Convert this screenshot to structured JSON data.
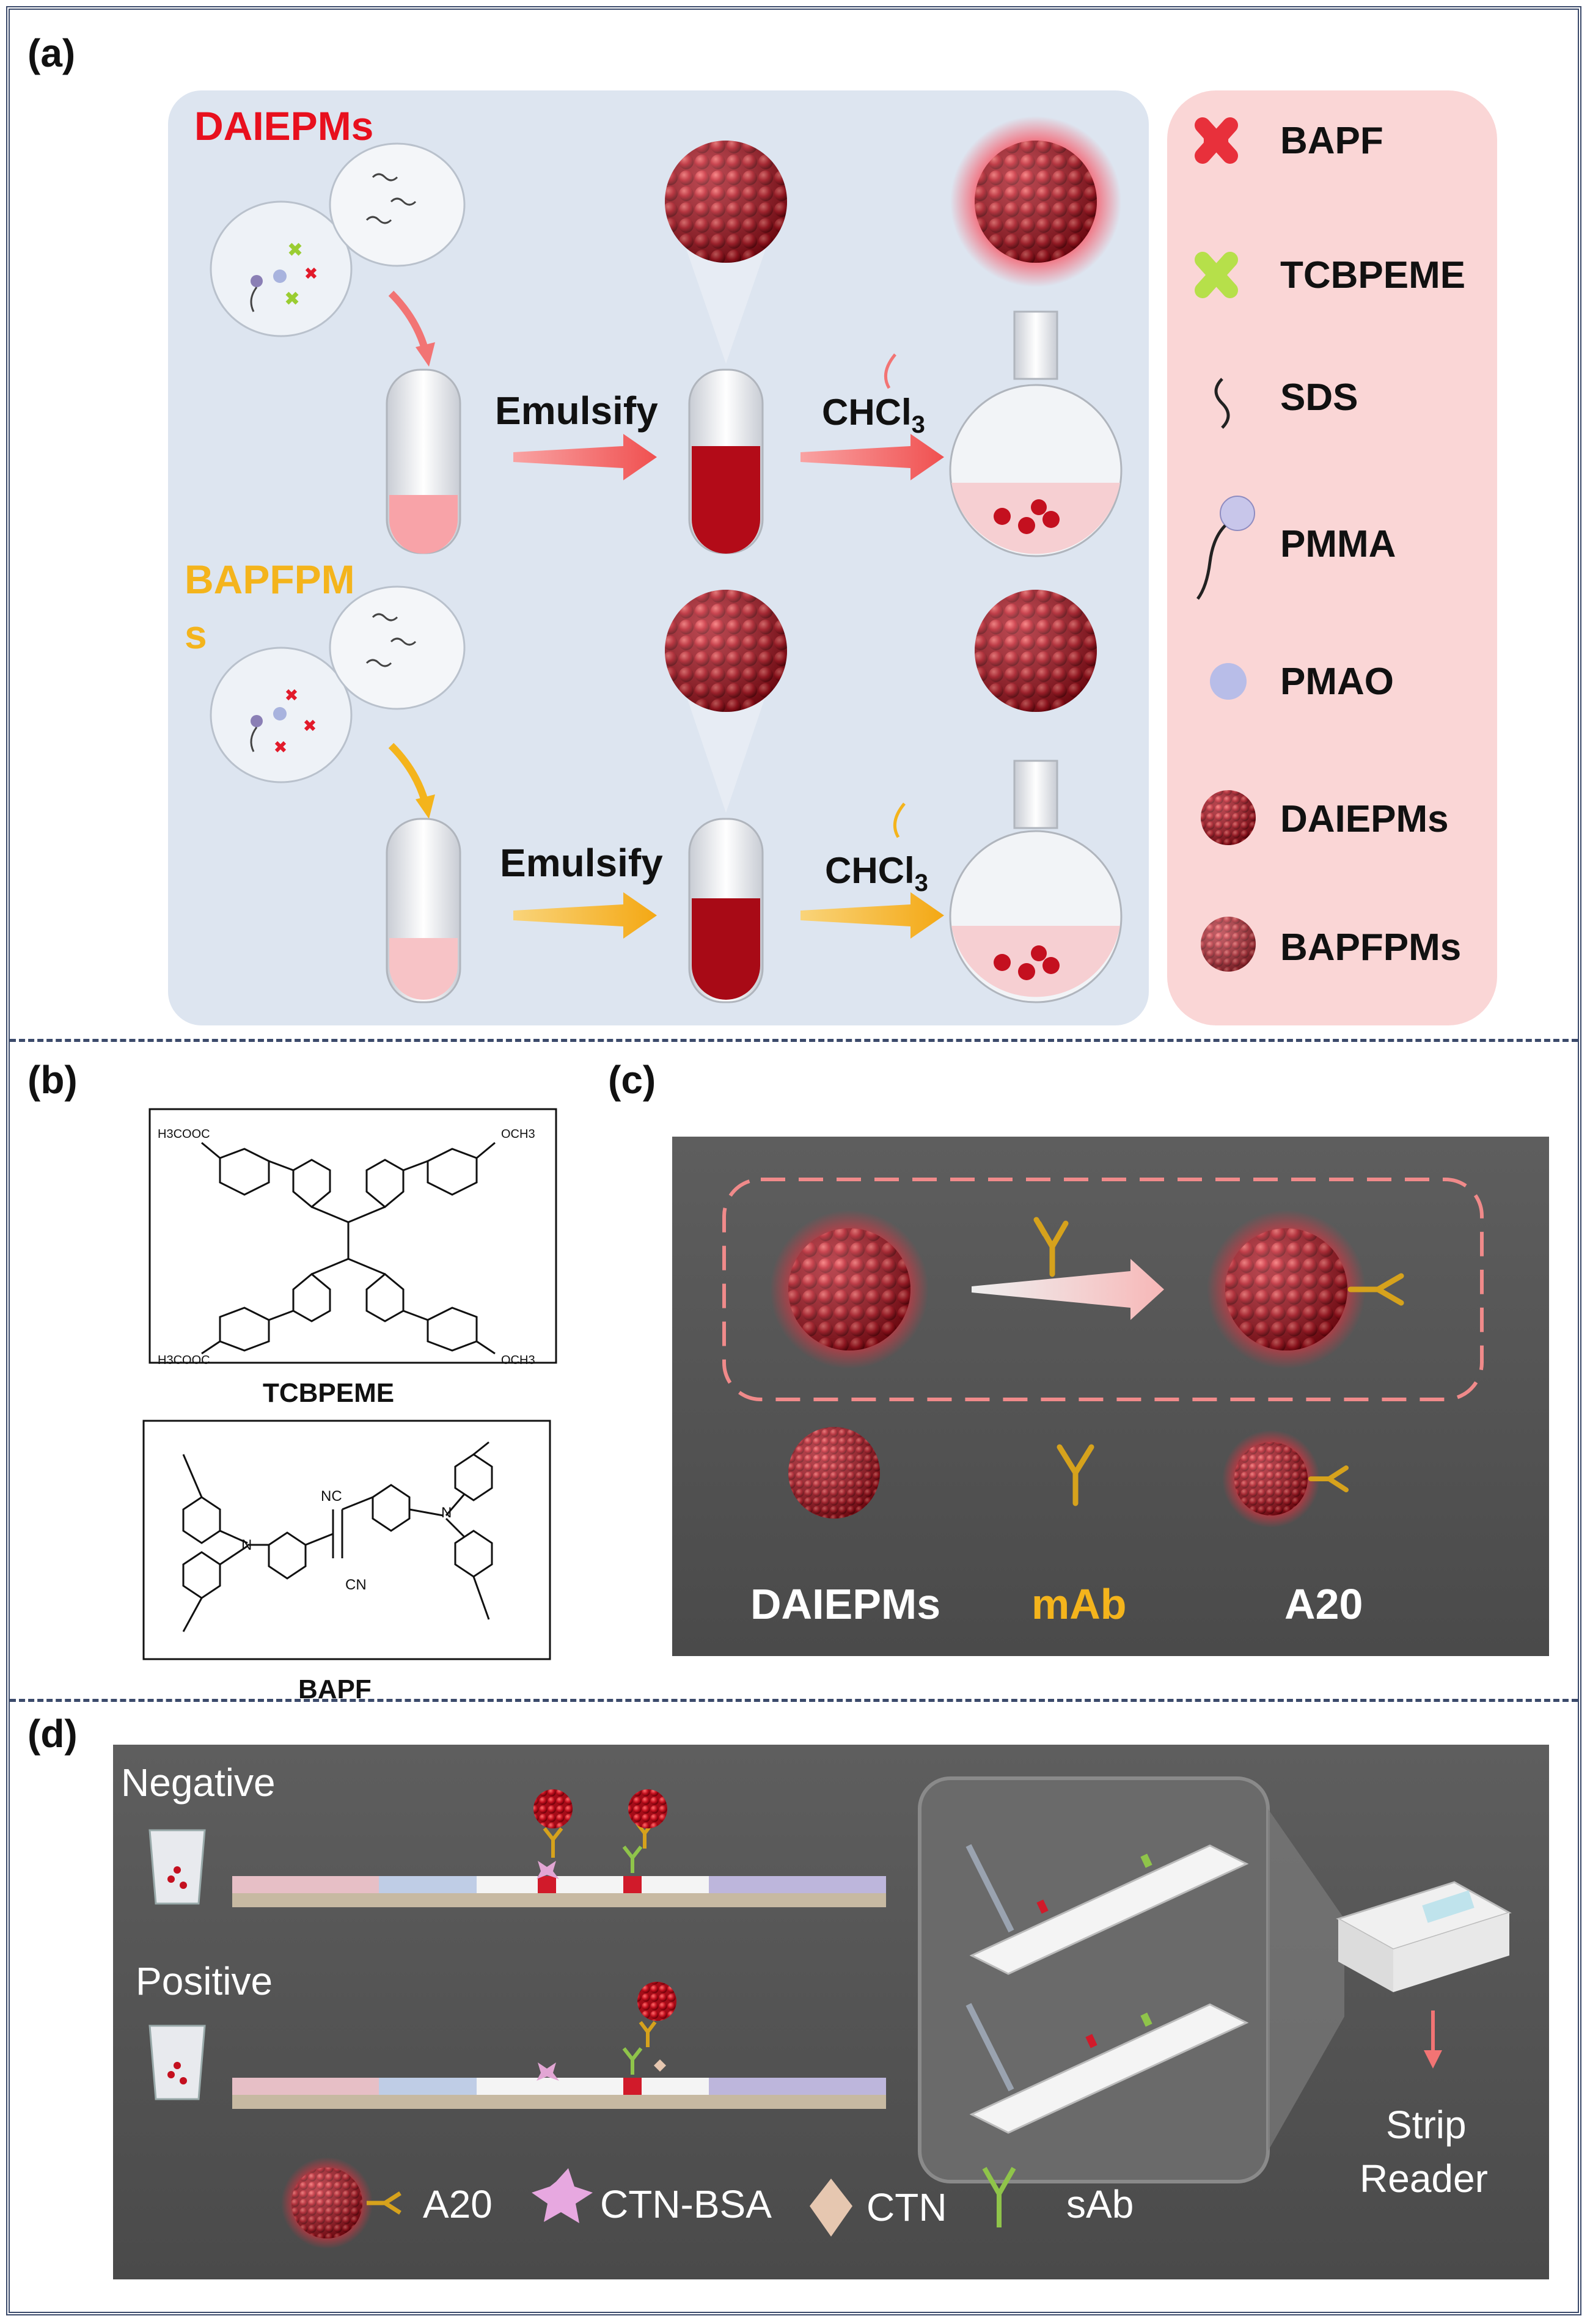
{
  "panels": {
    "a": {
      "label": "(a)",
      "top_title": "DAIEPMs",
      "bottom_title_1": "BAPFPM",
      "bottom_title_2": "s",
      "emulsify_top": "Emulsify",
      "emulsify_bottom": "Emulsify",
      "chcl3_top": "CHCl",
      "chcl3_bottom": "CHCl",
      "chcl3_sub": "3",
      "legend": [
        "BAPF",
        "TCBPEME",
        "SDS",
        "PMMA",
        "PMAO",
        "DAIEPMs",
        "BAPFPMs"
      ]
    },
    "b": {
      "label": "(b)",
      "mol1_name": "TCBPEME",
      "mol2_name": "BAPF",
      "mol1_groups": [
        "H3COOC",
        "OCH3",
        "H3COOC",
        "OCH3"
      ],
      "mol2_groups": [
        "NC",
        "CN",
        "N",
        "N"
      ]
    },
    "c": {
      "label": "(c)",
      "legend": [
        "DAIEPMs",
        "mAb",
        "A20"
      ]
    },
    "d": {
      "label": "(d)",
      "negative": "Negative",
      "positive": "Positive",
      "reader_1": "Strip",
      "reader_2": "Reader",
      "legend": [
        "A20",
        "CTN-BSA",
        "CTN",
        "sAb"
      ]
    }
  },
  "colors": {
    "frame": "#3b4a6b",
    "panel_a_bg": "#dde5f0",
    "legend_bg": "#fad6d6",
    "dark_bg": "#5a5a5a",
    "particle_red": "#c4101f",
    "accent_pink": "#f06a6a",
    "accent_yellow": "#f4b41c",
    "antibody_gold": "#d6a21c",
    "antibody_green": "#8fc44a",
    "title_red": "#e8101e",
    "title_yellow": "#f4b41c"
  }
}
